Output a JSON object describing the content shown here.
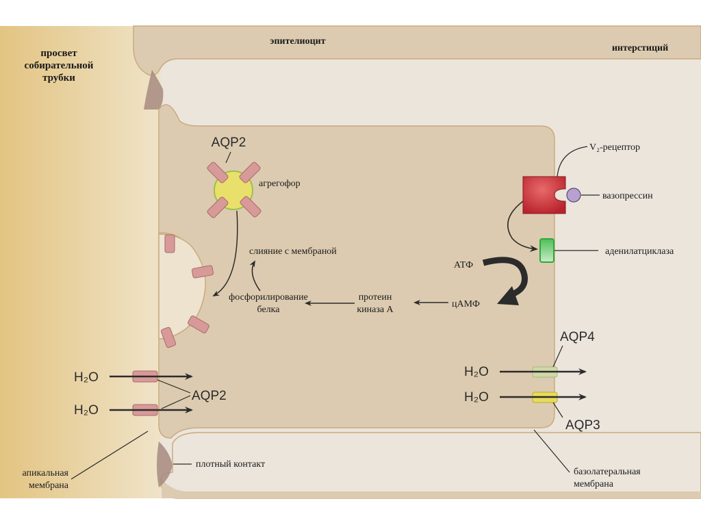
{
  "title": "Механизм действия вазопрессина на эпителиоцит собирательной трубки",
  "regions": {
    "lumen": [
      "просвет",
      "собирательной",
      "трубки"
    ],
    "cell": "эпителиоцит",
    "interstitium": "интерстиций"
  },
  "labels": {
    "aqp2_top": "AQP2",
    "aggregophore": "агрегофор",
    "membrane_fusion": "слияние с мембраной",
    "phosphorylation": [
      "фосфорилирование",
      "белка"
    ],
    "protein_kinase": [
      "протеин",
      "киназа А"
    ],
    "camp": "цАМФ",
    "atp": "АТФ",
    "v2_receptor": "V₂-рецептор",
    "vasopressin": "вазопрессин",
    "adenylate_cyclase": "аденилатциклаза",
    "aqp4": "AQP4",
    "aqp3": "AQP3",
    "aqp2_apical": "AQP2",
    "h2o": "H₂O",
    "tight_junction": "плотный контакт",
    "apical_membrane": [
      "апикальная",
      "мембрана"
    ],
    "basolateral_membrane": [
      "базолатеральная",
      "мембрана"
    ]
  },
  "colors": {
    "lumen_left": "#e6c88a",
    "lumen_right": "#ede1c4",
    "cell_fill": "#dccbb0",
    "cell_stroke": "#c4a57a",
    "interstitium": "#ebe5dc",
    "aqp2": "#d79a98",
    "aqp4": "#cfd9a8",
    "aqp3": "#e6dc5a",
    "aggregophore": "#e8e06a",
    "receptor": "#c4303a",
    "vasopressin": "#b8a0d0",
    "cyclase": "#6cc870",
    "tight_junction": "#a78a80",
    "arrow": "#2b2b2b"
  }
}
